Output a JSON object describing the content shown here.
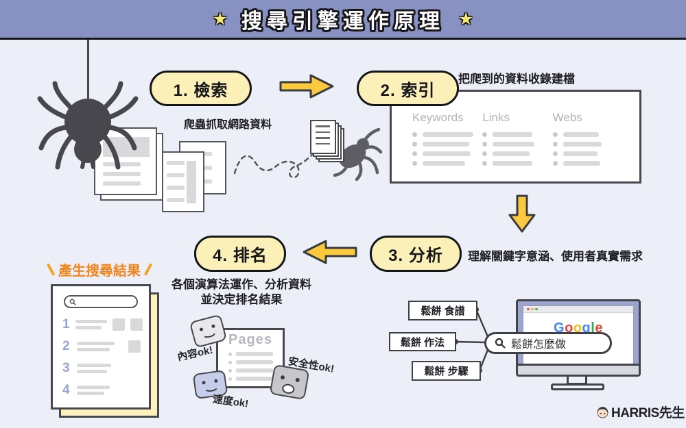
{
  "header": {
    "title": "搜尋引擎運作原理",
    "star": "★"
  },
  "step1": {
    "label": "1. 檢索",
    "caption": "爬蟲抓取網路資料"
  },
  "step2": {
    "label": "2. 索引",
    "caption": "把爬到的資料收錄建檔"
  },
  "step3": {
    "label": "3. 分析",
    "caption": "理解關鍵字意涵、使用者真實需求"
  },
  "step4": {
    "label": "4. 排名",
    "caption1": "各個演算法運作、分析資料",
    "caption2": "並決定排名結果"
  },
  "index_box": {
    "columns": [
      "Keywords",
      "Links",
      "Webs"
    ]
  },
  "results": {
    "title": "產生搜尋結果",
    "ranks": [
      "1",
      "2",
      "3",
      "4"
    ]
  },
  "ranking": {
    "pages_title": "Pages",
    "check_content": "內容ok!",
    "check_speed": "速度ok!",
    "check_security": "安全性ok!"
  },
  "analysis": {
    "queries": [
      "鬆餅 食譜",
      "鬆餅 作法",
      "鬆餅 步驟"
    ],
    "search_query": "鬆餅怎麼做",
    "google_letters": [
      "G",
      "o",
      "o",
      "g",
      "l",
      "e"
    ]
  },
  "branding": {
    "logo_text": "HARRIS先生"
  },
  "icons": {
    "star": "star-icon",
    "magnifier": "magnifier-icon",
    "spider": "spider-icon",
    "arrow": "flow-arrow-icon",
    "browser_dots": "browser-traffic-dots-icon"
  },
  "colors": {
    "header_bg": "#8892c2",
    "background": "#edeff8",
    "badge_fill": "#fbf1b8",
    "arrow_fill": "#fbc93e",
    "accent_orange": "#f0861c",
    "ink": "#15151a",
    "gray_bar": "#dadadd",
    "gray_text": "#b2b2b9",
    "rank_number": "#98a3d2",
    "monitor_frame": "#9ba5cf",
    "yellow_page": "#fdf2bb",
    "face_gray": "#e9e9ed",
    "face_periwinkle": "#c6cdeb",
    "face_dark_gray": "#c6c6cb",
    "google_blue": "#4285F4",
    "google_red": "#EA4335",
    "google_yellow": "#FBBC05",
    "google_green": "#34A853"
  }
}
